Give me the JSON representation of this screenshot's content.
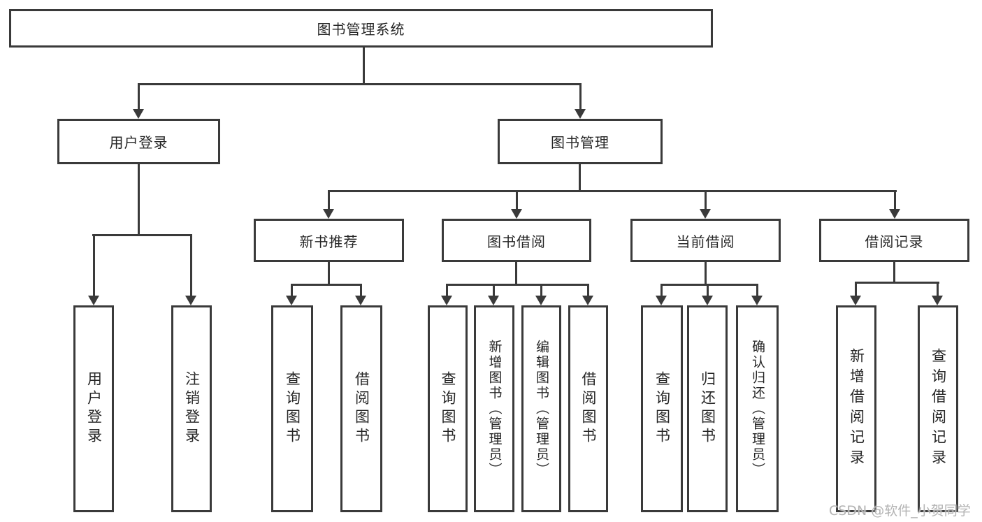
{
  "tree": {
    "root_label": "图书管理系统",
    "user_login": {
      "label": "用户登录",
      "children": {
        "login": "用户登录",
        "logout": "注销登录"
      }
    },
    "book_mgmt": {
      "label": "图书管理",
      "children": {
        "new_book_rec": {
          "label": "新书推荐",
          "children": {
            "query_book": "查询图书",
            "borrow_book": "借阅图书"
          }
        },
        "book_borrow": {
          "label": "图书借阅",
          "children": {
            "query_book": "查询图书",
            "add_book": "新增图书（管理员）",
            "edit_book": "编辑图书（管理员）",
            "borrow_book": "借阅图书"
          }
        },
        "current_borrow": {
          "label": "当前借阅",
          "children": {
            "query_book": "查询图书",
            "return_book": "归还图书",
            "confirm_return": "确认归还（管理员）"
          }
        },
        "borrow_records": {
          "label": "借阅记录",
          "children": {
            "add_record": "新增借阅记录",
            "query_record": "查询借阅记录"
          }
        }
      }
    }
  },
  "watermark": "CSDN @软件_小贺同学",
  "colors": {
    "line": "#3a3a3a",
    "text": "#262626",
    "watermark": "#b3b3b3",
    "background": "#ffffff"
  }
}
